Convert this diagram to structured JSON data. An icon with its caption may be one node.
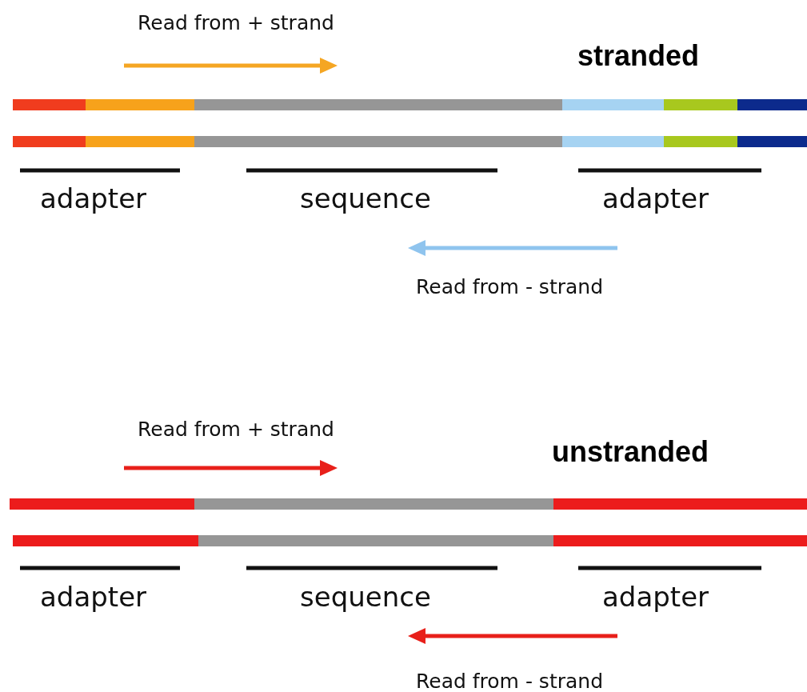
{
  "diagram": {
    "labels": [
      "Read from + strand",
      "stranded",
      "adapter",
      "sequence",
      "adapter",
      "Read from - strand",
      "Read from + strand",
      "unstranded",
      "adapter",
      "sequence",
      "adapter",
      "Read from - strand"
    ]
  }
}
